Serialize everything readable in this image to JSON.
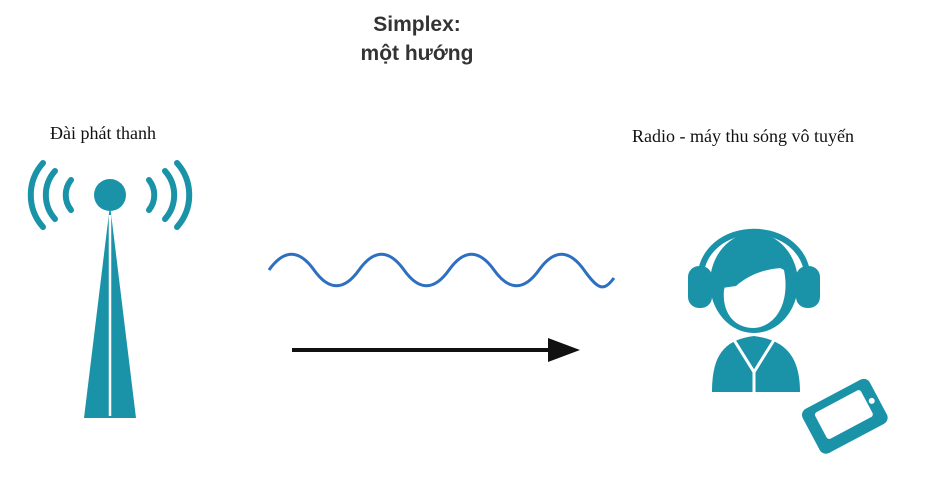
{
  "title": {
    "line1": "Simplex:",
    "line2": "một hướng"
  },
  "sender": {
    "label": "Đài phát thanh",
    "icon": "radio-tower-icon"
  },
  "receiver": {
    "label": "Radio - máy thu sóng vô tuyến",
    "icon": "listener-headphones-icon",
    "device_icon": "handheld-radio-icon"
  },
  "signal": {
    "wave_icon": "sine-wave-icon",
    "direction": "left-to-right"
  },
  "colors": {
    "teal": "#1A93A9",
    "wave": "#2E6FC0",
    "arrow": "#111111",
    "title": "#333333"
  }
}
